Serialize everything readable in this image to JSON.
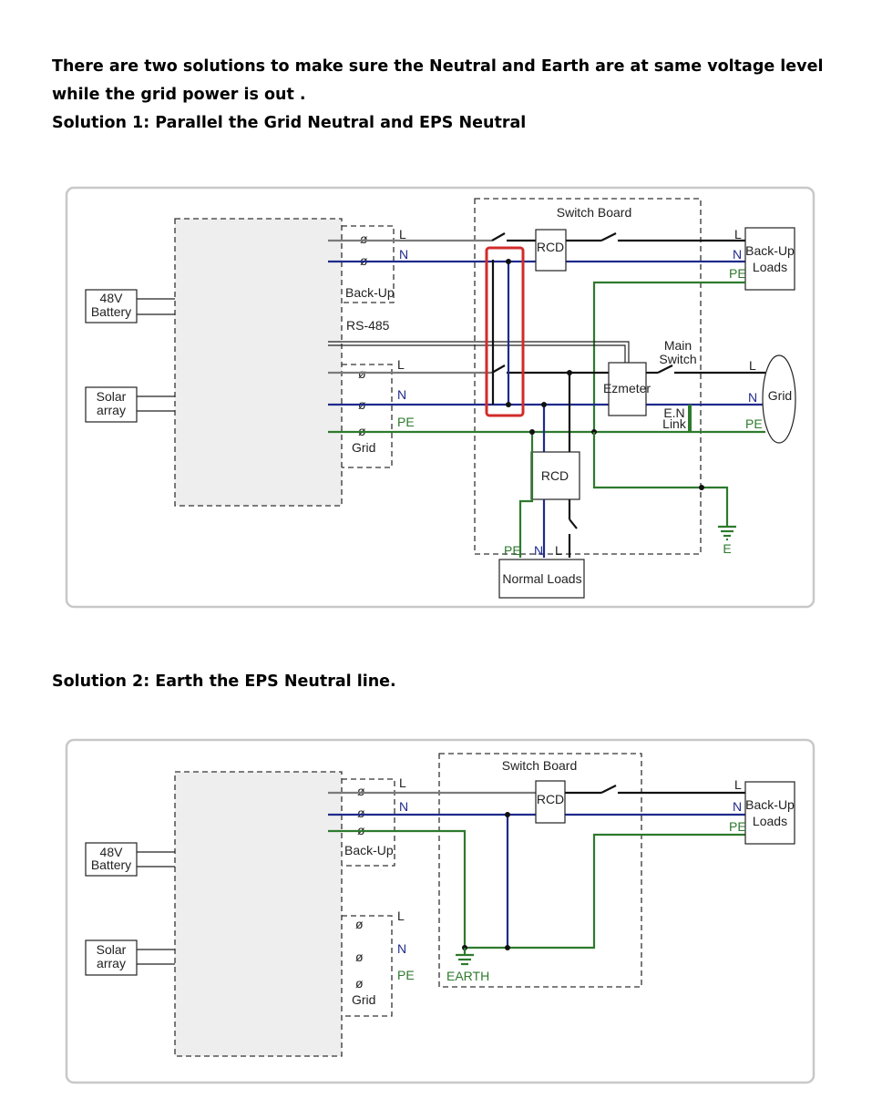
{
  "intro": {
    "line1": "There are two solutions to make sure the Neutral and Earth are at same voltage level while the grid power is out .",
    "solution1_title": "Solution 1: Parallel the Grid Neutral and EPS Neutral"
  },
  "solution2_title": "Solution 2: Earth the EPS Neutral line.",
  "diagram1": {
    "battery": "48V\nBattery",
    "solar": "Solar\narray",
    "switch_board": "Switch Board",
    "rcd_top": "RCD",
    "rcd_bottom": "RCD",
    "backup_port": "Back-Up",
    "rs485": "RS-485",
    "grid_port": "Grid",
    "l": "L",
    "n": "N",
    "pe": "PE",
    "backup_loads_1": "Back-Up",
    "backup_loads_2": "Loads",
    "main_switch_1": "Main",
    "main_switch_2": "Switch",
    "ezmeter": "Ezmeter",
    "en_link_1": "E.N",
    "en_link_2": "Link",
    "grid": "Grid",
    "earth": "E",
    "normal_loads": "Normal Loads"
  },
  "diagram2": {
    "battery": "48V\nBattery",
    "solar": "Solar\narray",
    "switch_board": "Switch Board",
    "rcd": "RCD",
    "backup_port": "Back-Up",
    "grid_port": "Grid",
    "l": "L",
    "n": "N",
    "pe": "PE",
    "backup_loads_1": "Back-Up",
    "backup_loads_2": "Loads",
    "earth": "EARTH"
  },
  "colors": {
    "live": "#7a7a7a",
    "neutral": "#1f2a8c",
    "protective_earth": "#2d7a2d",
    "highlight": "#d22b2b"
  }
}
